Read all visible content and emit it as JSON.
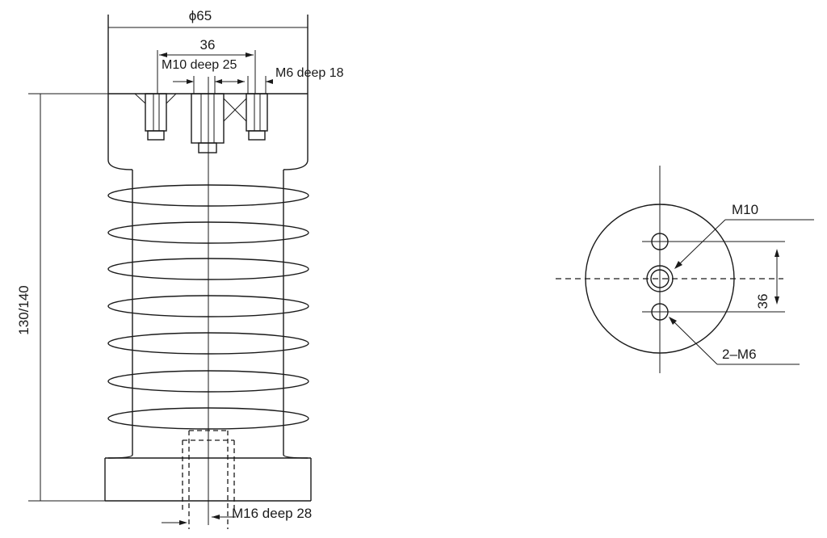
{
  "front_view": {
    "diameter_label": "ϕ65",
    "bolt_spacing_label": "36",
    "center_thread_label": "M10 deep 25",
    "side_thread_label": "M6 deep 18",
    "height_label": "130/140",
    "bottom_thread_label": "M16 deep 28"
  },
  "top_view": {
    "center_hole_label": "M10",
    "side_holes_label": "2–M6",
    "hole_spacing_label": "36"
  }
}
